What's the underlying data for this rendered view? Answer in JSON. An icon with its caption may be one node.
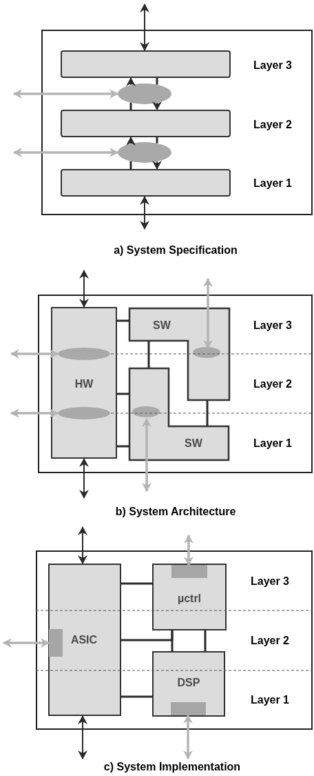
{
  "diagram": {
    "nodes": [
      {
        "text": [],
        "shape": "box",
        "beside": [
          "a) System Specification"
        ]
      },
      {
        "text": [],
        "shape": "bar",
        "in": 0
      },
      {
        "text": [],
        "shape": "ellipse",
        "in": 0
      },
      {
        "text": [],
        "shape": "bar",
        "in": 0
      },
      {
        "text": [],
        "shape": "ellipse",
        "in": 0
      },
      {
        "text": [],
        "shape": "bar",
        "in": 0
      },
      {
        "text": [],
        "shape": "box",
        "beside": [
          "b) System Architecture"
        ]
      },
      {
        "text": [
          "HW"
        ],
        "in": 6
      },
      {
        "text": [],
        "shape": "ellipse",
        "in": 7
      },
      {
        "text": [],
        "shape": "ellipse",
        "in": 7
      },
      {
        "text": [
          "SW"
        ],
        "in": 6
      },
      {
        "text": [],
        "shape": "ellipse",
        "in": 10
      },
      {
        "text": [
          "SW"
        ],
        "in": 6
      },
      {
        "text": [],
        "shape": "ellipse",
        "in": 12
      },
      {
        "text": [],
        "shape": "box",
        "beside": [
          "c) System Implementation"
        ]
      },
      {
        "text": [
          "ASIC"
        ],
        "in": 14
      },
      {
        "text": [],
        "shape": "box",
        "in": 15
      },
      {
        "text": [
          "µctrl"
        ],
        "in": 14
      },
      {
        "text": [],
        "shape": "box",
        "in": 17
      },
      {
        "text": [
          "DSP"
        ],
        "in": 14
      },
      {
        "text": [],
        "shape": "box",
        "in": 19
      }
    ],
    "edges": [
      {
        "from": null,
        "to": 1,
        "arrow": "both"
      },
      {
        "from": 5,
        "to": null,
        "arrow": "both"
      },
      {
        "from": null,
        "to": 2,
        "arrow": "both",
        "color": "#b4b4b4"
      },
      {
        "from": null,
        "to": 4,
        "arrow": "both",
        "color": "#b4b4b4"
      },
      {
        "from": 3,
        "to": 2,
        "arrow": "none"
      },
      {
        "from": 2,
        "to": 1,
        "arrow": "to"
      },
      {
        "from": 1,
        "to": 2,
        "arrow": "none"
      },
      {
        "from": 2,
        "to": 3,
        "arrow": "to"
      },
      {
        "from": 5,
        "to": 4,
        "arrow": "none"
      },
      {
        "from": 4,
        "to": 3,
        "arrow": "to"
      },
      {
        "from": 3,
        "to": 4,
        "arrow": "none"
      },
      {
        "from": 4,
        "to": 5,
        "arrow": "to"
      },
      {
        "from": null,
        "to": 7,
        "arrow": "both"
      },
      {
        "from": 7,
        "to": null,
        "arrow": "both"
      },
      {
        "from": null,
        "to": 8,
        "arrow": "both",
        "color": "#b4b4b4"
      },
      {
        "from": null,
        "to": 9,
        "arrow": "both",
        "color": "#b4b4b4"
      },
      {
        "from": null,
        "to": 11,
        "arrow": "both",
        "color": "#b4b4b4"
      },
      {
        "from": 13,
        "to": null,
        "arrow": "both",
        "color": "#b4b4b4"
      },
      {
        "from": 7,
        "to": 10,
        "arrow": "none"
      },
      {
        "from": 7,
        "to": 12,
        "arrow": "none"
      },
      {
        "from": 7,
        "to": 12,
        "arrow": "none"
      },
      {
        "from": 10,
        "to": 12,
        "arrow": "none"
      },
      {
        "from": 10,
        "to": 12,
        "arrow": "none"
      },
      {
        "from": null,
        "to": 15,
        "arrow": "both"
      },
      {
        "from": 15,
        "to": null,
        "arrow": "both"
      },
      {
        "from": null,
        "to": 16,
        "arrow": "both",
        "color": "#b4b4b4"
      },
      {
        "from": null,
        "to": 18,
        "arrow": "both",
        "color": "#b4b4b4"
      },
      {
        "from": 20,
        "to": null,
        "arrow": "both",
        "color": "#b4b4b4"
      },
      {
        "from": 15,
        "to": 17,
        "arrow": "none"
      },
      {
        "from": 15,
        "to": 17,
        "arrow": "none"
      },
      {
        "from": 15,
        "to": 19,
        "arrow": "none"
      },
      {
        "from": 17,
        "to": 19,
        "arrow": "none"
      },
      {
        "from": 17,
        "to": 19,
        "arrow": "none"
      }
    ],
    "labels": [
      "Layer 3",
      "Layer 2",
      "Layer 1",
      "Layer 3",
      "Layer 2",
      "Layer 1",
      "Layer 3",
      "Layer 2",
      "Layer 1"
    ]
  }
}
